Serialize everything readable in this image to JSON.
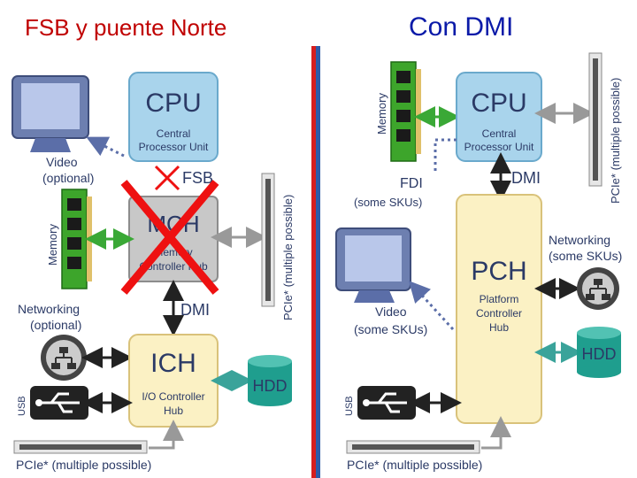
{
  "headers": {
    "left": "FSB y puente Norte",
    "right": "Con DMI"
  },
  "left": {
    "cpu": {
      "title": "CPU",
      "sub1": "Central",
      "sub2": "Processor Unit"
    },
    "fsb": "FSB",
    "mch": {
      "title": "MCH",
      "sub1": "Memory",
      "sub2": "Controller Hub"
    },
    "memory": "Memory",
    "video": {
      "l1": "Video",
      "l2": "(optional)"
    },
    "pcie_side": "PCIe* (multiple possible)",
    "dmi": "DMI",
    "networking": {
      "l1": "Networking",
      "l2": "(optional)"
    },
    "ich": {
      "title": "ICH",
      "sub1": "I/O Controller",
      "sub2": "Hub"
    },
    "hdd": "HDD",
    "usb": "USB",
    "pcie_bottom": "PCIe* (multiple possible)"
  },
  "right": {
    "memory": "Memory",
    "cpu": {
      "title": "CPU",
      "sub1": "Central",
      "sub2": "Processor Unit"
    },
    "pcie_side": "PCIe* (multiple possible)",
    "fdi": {
      "l1": "FDI",
      "l2": "(some SKUs)"
    },
    "dmi": "DMI",
    "pch": {
      "title": "PCH",
      "sub1": "Platform",
      "sub2": "Controller",
      "sub3": "Hub"
    },
    "networking": {
      "l1": "Networking",
      "l2": "(some SKUs)"
    },
    "video": {
      "l1": "Video",
      "l2": "(some SKUs)"
    },
    "hdd": "HDD",
    "usb": "USB",
    "pcie_bottom": "PCIe* (multiple possible)"
  },
  "colors": {
    "cpu": "#a9d4ec",
    "hub": "#fbf1c4",
    "mch": "#c8c8c8",
    "memory": "#3da52b",
    "arrow_green": "#3aa836",
    "arrow_teal": "#3aa39a",
    "hdd": "#1f9e8e",
    "cross": "#ee1111"
  }
}
